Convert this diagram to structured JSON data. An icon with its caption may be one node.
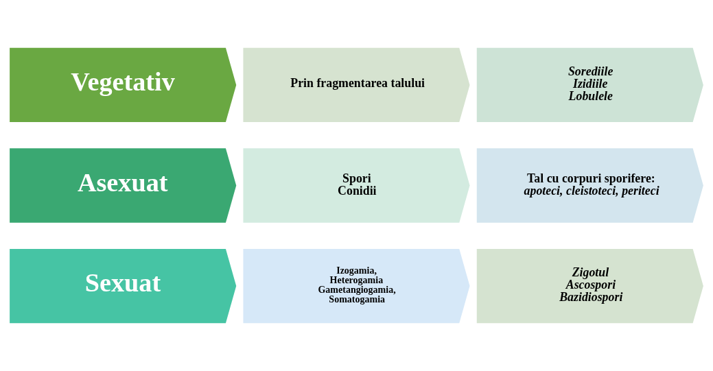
{
  "diagram": {
    "nodes": [
      {
        "text": [
          "Vegetativ"
        ]
      },
      {
        "text": [
          "Prin fragmentarea talului"
        ]
      },
      {
        "text": [
          "Sorediile",
          "Izidiile",
          "Lobulele"
        ]
      },
      {
        "text": [
          "Asexuat"
        ]
      },
      {
        "text": [
          "Spori",
          "Conidii"
        ]
      },
      {
        "text": [
          "Tal cu corpuri sporifere:",
          "apoteci, cleistoteci, periteci"
        ]
      },
      {
        "text": [
          "Sexuat"
        ]
      },
      {
        "text": [
          "Izogamia,",
          "Heterogamia",
          "Gametangiogamia,",
          "Somatogamia"
        ]
      },
      {
        "text": [
          "Zigotul",
          "Ascospori",
          "Bazidiospori"
        ]
      }
    ]
  }
}
